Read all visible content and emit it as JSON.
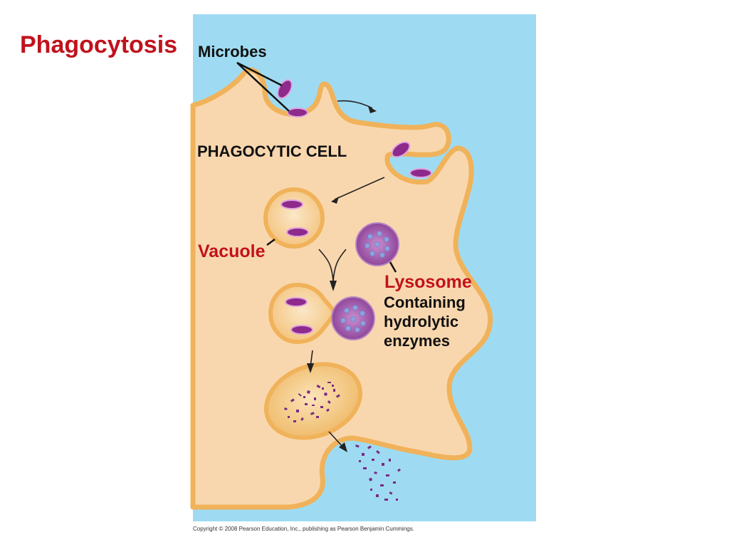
{
  "title": "Phagocytosis",
  "labels": {
    "microbes": "Microbes",
    "phagocytic_cell": "PHAGOCYTIC CELL",
    "vacuole": "Vacuole",
    "lysosome": "Lysosome",
    "lysosome_desc": [
      "Containing",
      "hydrolytic",
      "enzymes"
    ]
  },
  "copyright": "Copyright © 2008 Pearson Education, Inc., publishing as Pearson Benjamin Cummings.",
  "colors": {
    "title_red": "#c1121c",
    "background_fluid": "#9edbf2",
    "cytoplasm": "#f9d7ae",
    "membrane": "#f0b25a",
    "microbe": "#8e2a8c",
    "lysosome": "#9c5aa8",
    "enzyme_dot": "#8fa2df"
  }
}
